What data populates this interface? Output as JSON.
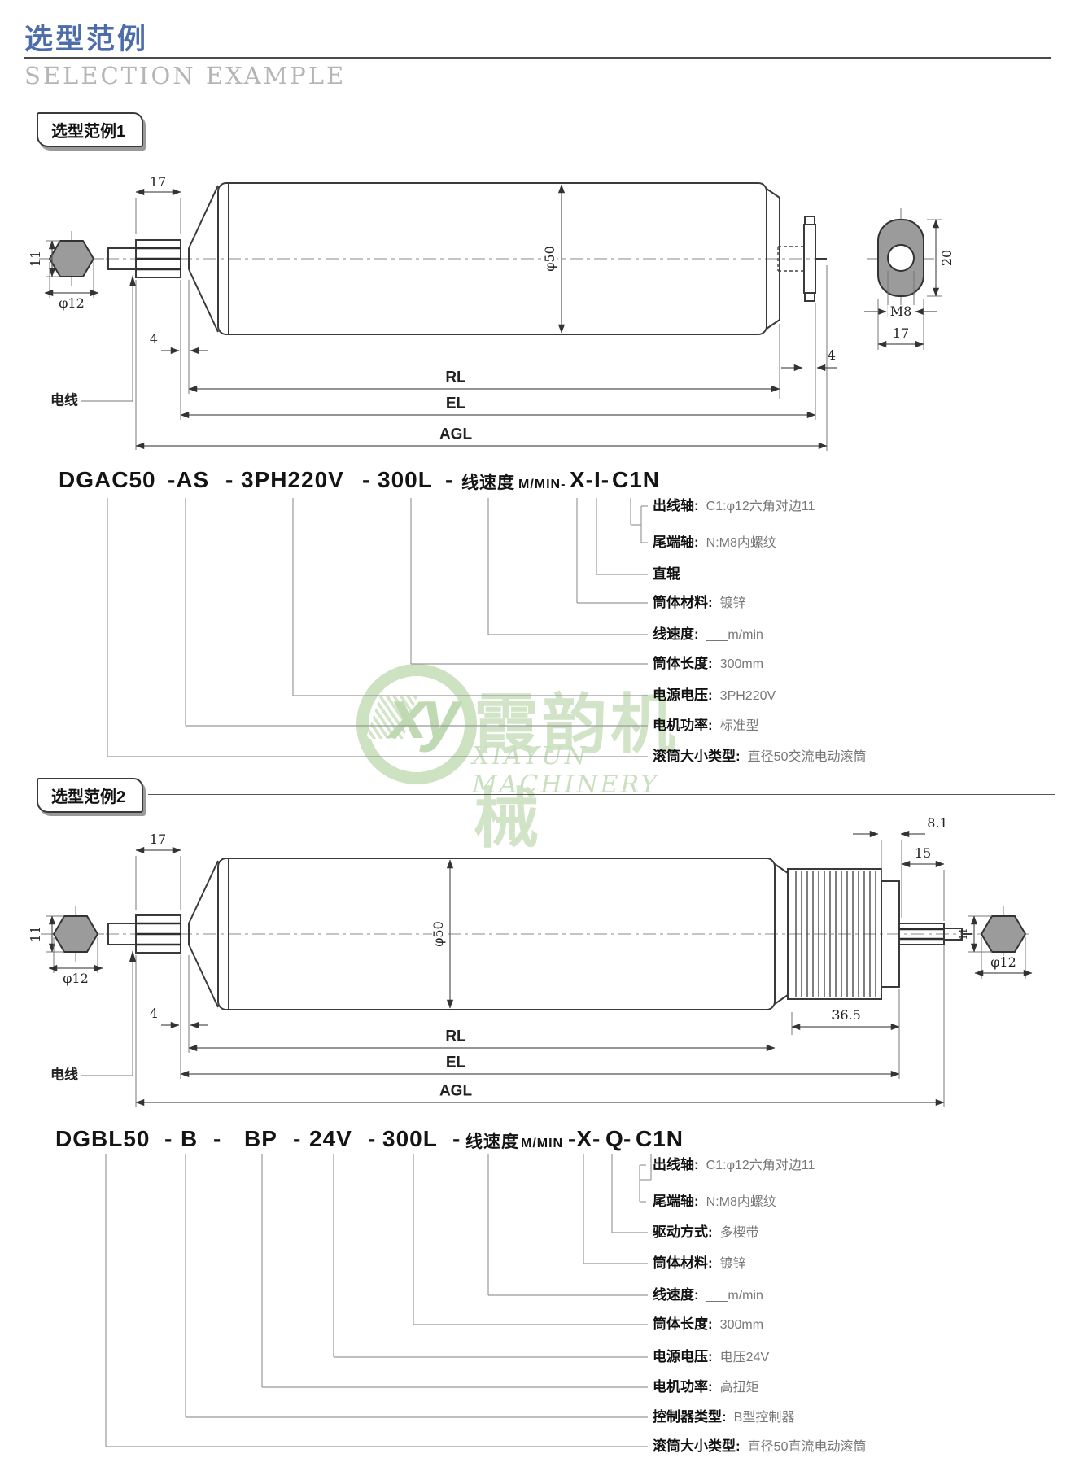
{
  "page": {
    "title": "选型范例",
    "subtitle": "SELECTION EXAMPLE"
  },
  "watermark": {
    "logo": "xy",
    "cn": "霞韵机械",
    "en": "XIAYUN MACHINERY"
  },
  "example1": {
    "tab": "选型范例1",
    "code": [
      "DGAC50",
      "-AS",
      "-",
      "3PH220V",
      "-",
      "300L",
      "-",
      "线速度",
      "M/MIN-",
      "X-I-",
      "C1N"
    ],
    "dims": {
      "d17": "17",
      "d11": "11",
      "dphi12": "φ12",
      "d4l": "4",
      "dphi50": "φ50",
      "d20": "20",
      "dm8": "M8",
      "d17b": "17",
      "d4r": "4",
      "rl": "RL",
      "el": "EL",
      "agl": "AGL",
      "cable": "电线"
    },
    "rows": [
      {
        "label": "出线轴:",
        "value": "C1:φ12六角对边11"
      },
      {
        "label": "尾端轴:",
        "value": "N:M8内螺纹"
      },
      {
        "label": "直辊",
        "value": ""
      },
      {
        "label": "筒体材料:",
        "value": "镀锌"
      },
      {
        "label": "线速度:",
        "value": "___m/min"
      },
      {
        "label": "筒体长度:",
        "value": "300mm"
      },
      {
        "label": "电源电压:",
        "value": "3PH220V"
      },
      {
        "label": "电机功率:",
        "value": "标准型"
      },
      {
        "label": "滚筒大小类型:",
        "value": "直径50交流电动滚筒"
      }
    ]
  },
  "example2": {
    "tab": "选型范例2",
    "code": [
      "DGBL50",
      "-",
      "B",
      "-",
      "BP",
      "-",
      "24V",
      "-",
      "300L",
      "-",
      "线速度",
      "M/MIN",
      "-X-",
      "Q",
      "-",
      "C1N"
    ],
    "dims": {
      "d17": "17",
      "d11": "11",
      "dphi12": "φ12",
      "d4l": "4",
      "dphi50": "φ50",
      "d81": "8.1",
      "d15": "15",
      "d365": "36.5",
      "d11r": "11",
      "dphi12r": "φ12",
      "rl": "RL",
      "el": "EL",
      "agl": "AGL",
      "cable": "电线"
    },
    "rows": [
      {
        "label": "出线轴:",
        "value": "C1:φ12六角对边11"
      },
      {
        "label": "尾端轴:",
        "value": "N:M8内螺纹"
      },
      {
        "label": "驱动方式:",
        "value": "多楔带"
      },
      {
        "label": "筒体材料:",
        "value": "镀锌"
      },
      {
        "label": "线速度:",
        "value": "___m/min"
      },
      {
        "label": "筒体长度:",
        "value": "300mm"
      },
      {
        "label": "电源电压:",
        "value": "电压24V"
      },
      {
        "label": "电机功率:",
        "value": "高扭矩"
      },
      {
        "label": "控制器类型:",
        "value": "B型控制器"
      },
      {
        "label": "滚筒大小类型:",
        "value": "直径50直流电动滚筒"
      }
    ]
  }
}
